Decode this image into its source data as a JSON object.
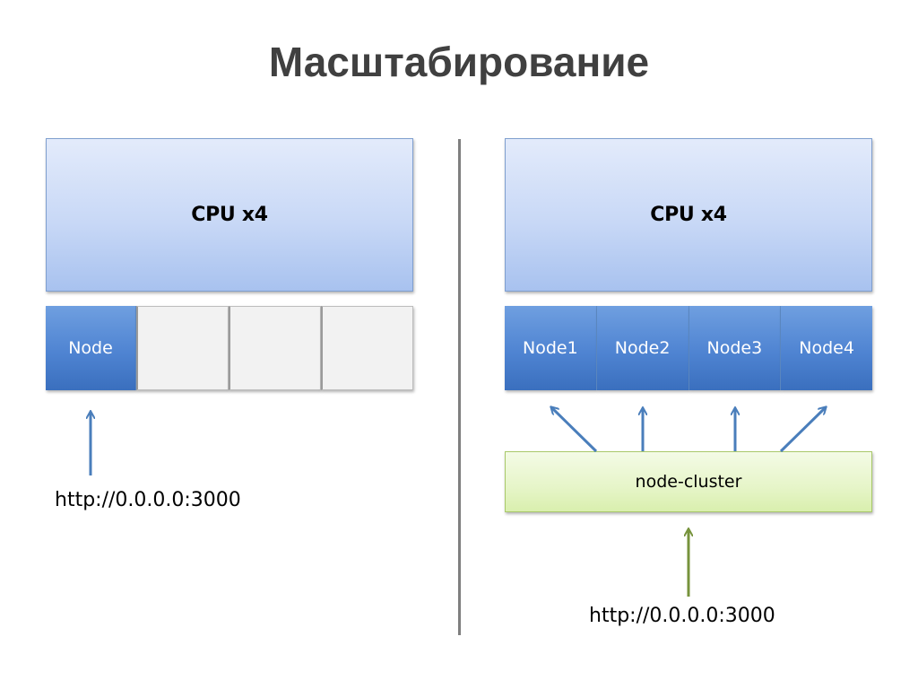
{
  "title": "Масштабирование",
  "left": {
    "cpu_label": "CPU x4",
    "node_label": "Node",
    "url": "http://0.0.0.0:3000"
  },
  "right": {
    "cpu_label": "CPU x4",
    "nodes": [
      "Node1",
      "Node2",
      "Node3",
      "Node4"
    ],
    "cluster_label": "node-cluster",
    "url": "http://0.0.0.0:3000"
  },
  "colors": {
    "node_fill": "#4f84d2",
    "cpu_fill": "#c8d8f6",
    "cluster_fill": "#e6f5c8",
    "left_arrow": "#4a7ebb",
    "right_arrow_green": "#77933c",
    "divider": "#7f7f7f"
  }
}
